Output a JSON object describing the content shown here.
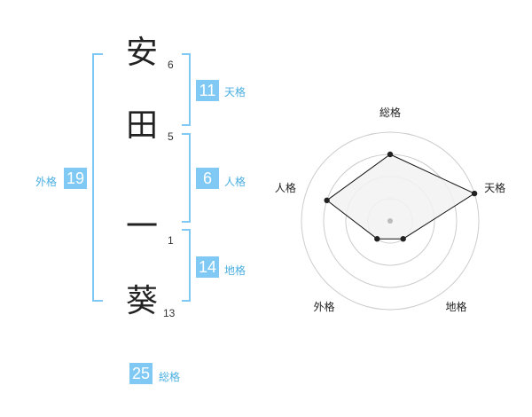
{
  "name": {
    "chars": [
      "安",
      "田",
      "一",
      "葵"
    ],
    "strokes": [
      "6",
      "5",
      "1",
      "13"
    ]
  },
  "kakusu": {
    "tenkaku": {
      "value": "11",
      "label": "天格"
    },
    "jinkaku": {
      "value": "6",
      "label": "人格"
    },
    "chikaku": {
      "value": "14",
      "label": "地格"
    },
    "gaikaku": {
      "value": "19",
      "label": "外格"
    },
    "soukaku": {
      "value": "25",
      "label": "総格"
    }
  },
  "chart_data": {
    "type": "radar",
    "axes": [
      "総格",
      "天格",
      "地格",
      "外格",
      "人格"
    ],
    "levels": 4,
    "values": [
      3,
      4,
      1,
      1,
      3
    ],
    "max": 4,
    "colors": {
      "fill": "#f2f2f2",
      "stroke": "#111111",
      "grid": "#cccccc",
      "center": "#bbbbbb"
    }
  }
}
